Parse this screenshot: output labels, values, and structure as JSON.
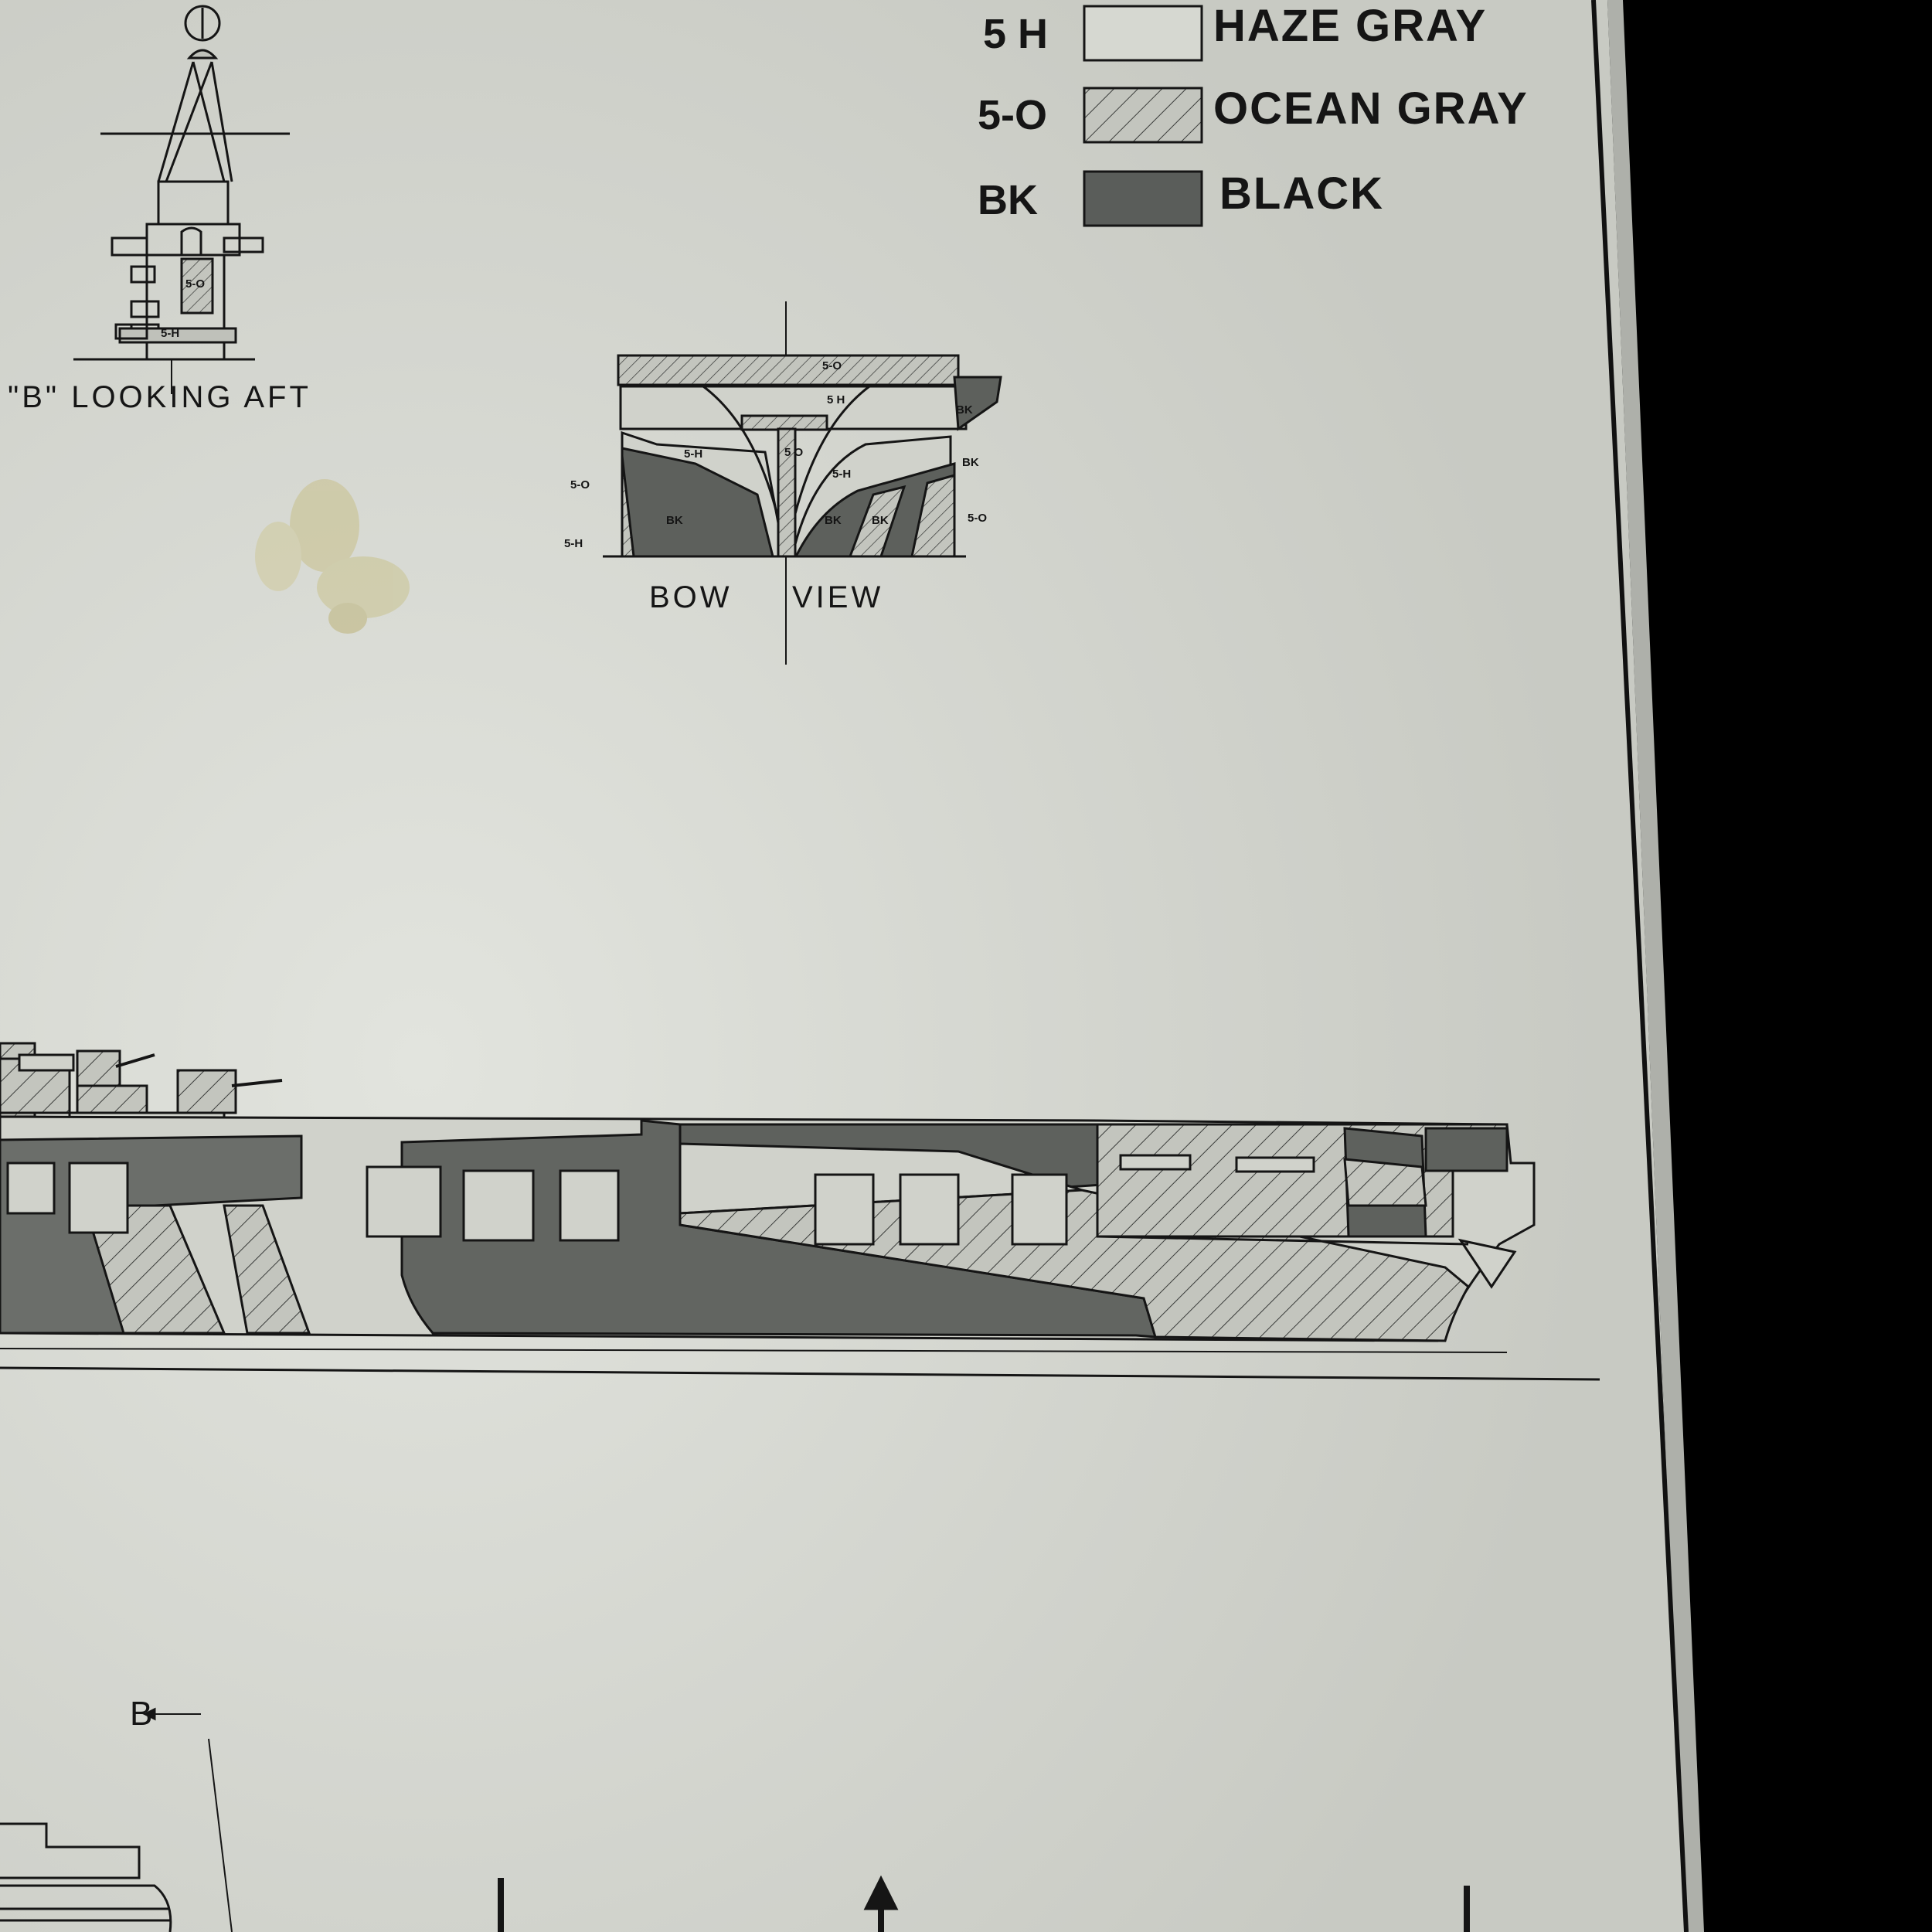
{
  "legend": [
    {
      "code": "5 H",
      "name": "HAZE GRAY",
      "pattern": "plain"
    },
    {
      "code": "5-O",
      "name": "OCEAN GRAY",
      "pattern": "hatched"
    },
    {
      "code": "BK",
      "name": "BLACK",
      "pattern": "solid"
    }
  ],
  "mast_view": {
    "caption": "\"B\" LOOKING AFT",
    "marks": [
      "5-O",
      "5-H"
    ]
  },
  "bow_view": {
    "caption_left": "BOW",
    "caption_right": "VIEW",
    "marks": [
      "5-O",
      "5 H",
      "5-H",
      "5 O",
      "5-H",
      "BK",
      "5-O",
      "BK",
      "BK",
      "BK",
      "5-O",
      "5-H",
      "BK"
    ]
  },
  "section_marker": "B",
  "colors": {
    "paper": "#d2d4cd",
    "ink": "#151515",
    "haze_gray": "#d0d2cb",
    "ocean_gray": "#a8aaa4",
    "black_paint": "#5d605c",
    "background": "#000000"
  }
}
